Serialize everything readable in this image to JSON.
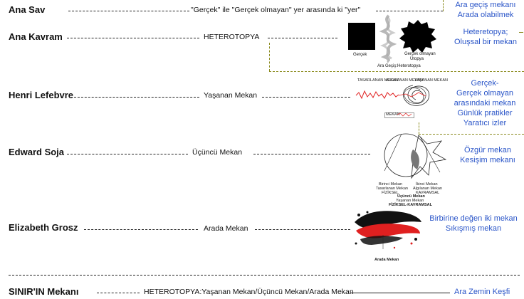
{
  "rows": [
    {
      "label": "Ana Sav",
      "middle": "\"Gerçek\" ile \"Gerçek olmayan\" yer arasında ki \"yer\"",
      "note": [
        "Ara geçiş mekanı",
        "Arada olabilmek"
      ]
    },
    {
      "label": "Ana Kavram",
      "middle": "HETEROTOPYA",
      "note": [
        "Heteretopya;",
        "Oluşsal bir mekan"
      ]
    },
    {
      "label": "Henri Lefebvre",
      "middle": "Yaşanan Mekan",
      "note": [
        "Gerçek-",
        "Gerçek olmayan",
        "arasındaki mekan",
        "Günlük pratikler",
        "Yaratıcı izler"
      ]
    },
    {
      "label": "Edward Soja",
      "middle": "Üçüncü Mekan",
      "note": [
        "Özgür mekan",
        "Kesişim mekanı"
      ]
    },
    {
      "label": "Elizabeth Grosz",
      "middle": "Arada Mekan",
      "note": [
        "Birbirine değen iki mekan",
        "Sıkışmış mekan"
      ]
    }
  ],
  "bottom": {
    "label": "SINIR'IN Mekanı",
    "middle": "HETEROTOPYA:Yaşanan Mekan/Üçüncü Mekan/Arada Mekan",
    "note": "Ara Zemin Keşfi"
  },
  "figures": {
    "heterotopya": {
      "real": "Gerçek",
      "unreal_1": "Gerçek olmayan",
      "unreal_2": "Ütopya",
      "between": "Ara Geçiş:Heterotopya"
    },
    "lefebvre": {
      "t1": "TASARLANAN MEKAN",
      "t2": "ALGILANAN MEKAN",
      "t3": "YAŞANAN MEKAN",
      "small": "MEKAN"
    },
    "soja": {
      "left_1": "Birinci Mekan",
      "left_2": "Tasarlanan Mekan",
      "left_3": "FİZİKSEL",
      "right_1": "İkinci Mekan",
      "right_2": "Algılanan Mekan",
      "right_3": "KAVRAMSAL",
      "center_1": "Üçüncü Mekan",
      "center_2": "Yaşanan Mekan",
      "center_3": "FİZİKSEL-KAVRAMSAL"
    },
    "grosz": {
      "caption": "Arada Mekan"
    }
  },
  "colors": {
    "accent_blue": "#2a55c8",
    "green_dash": "#8a8a1c",
    "red": "#e02020"
  }
}
